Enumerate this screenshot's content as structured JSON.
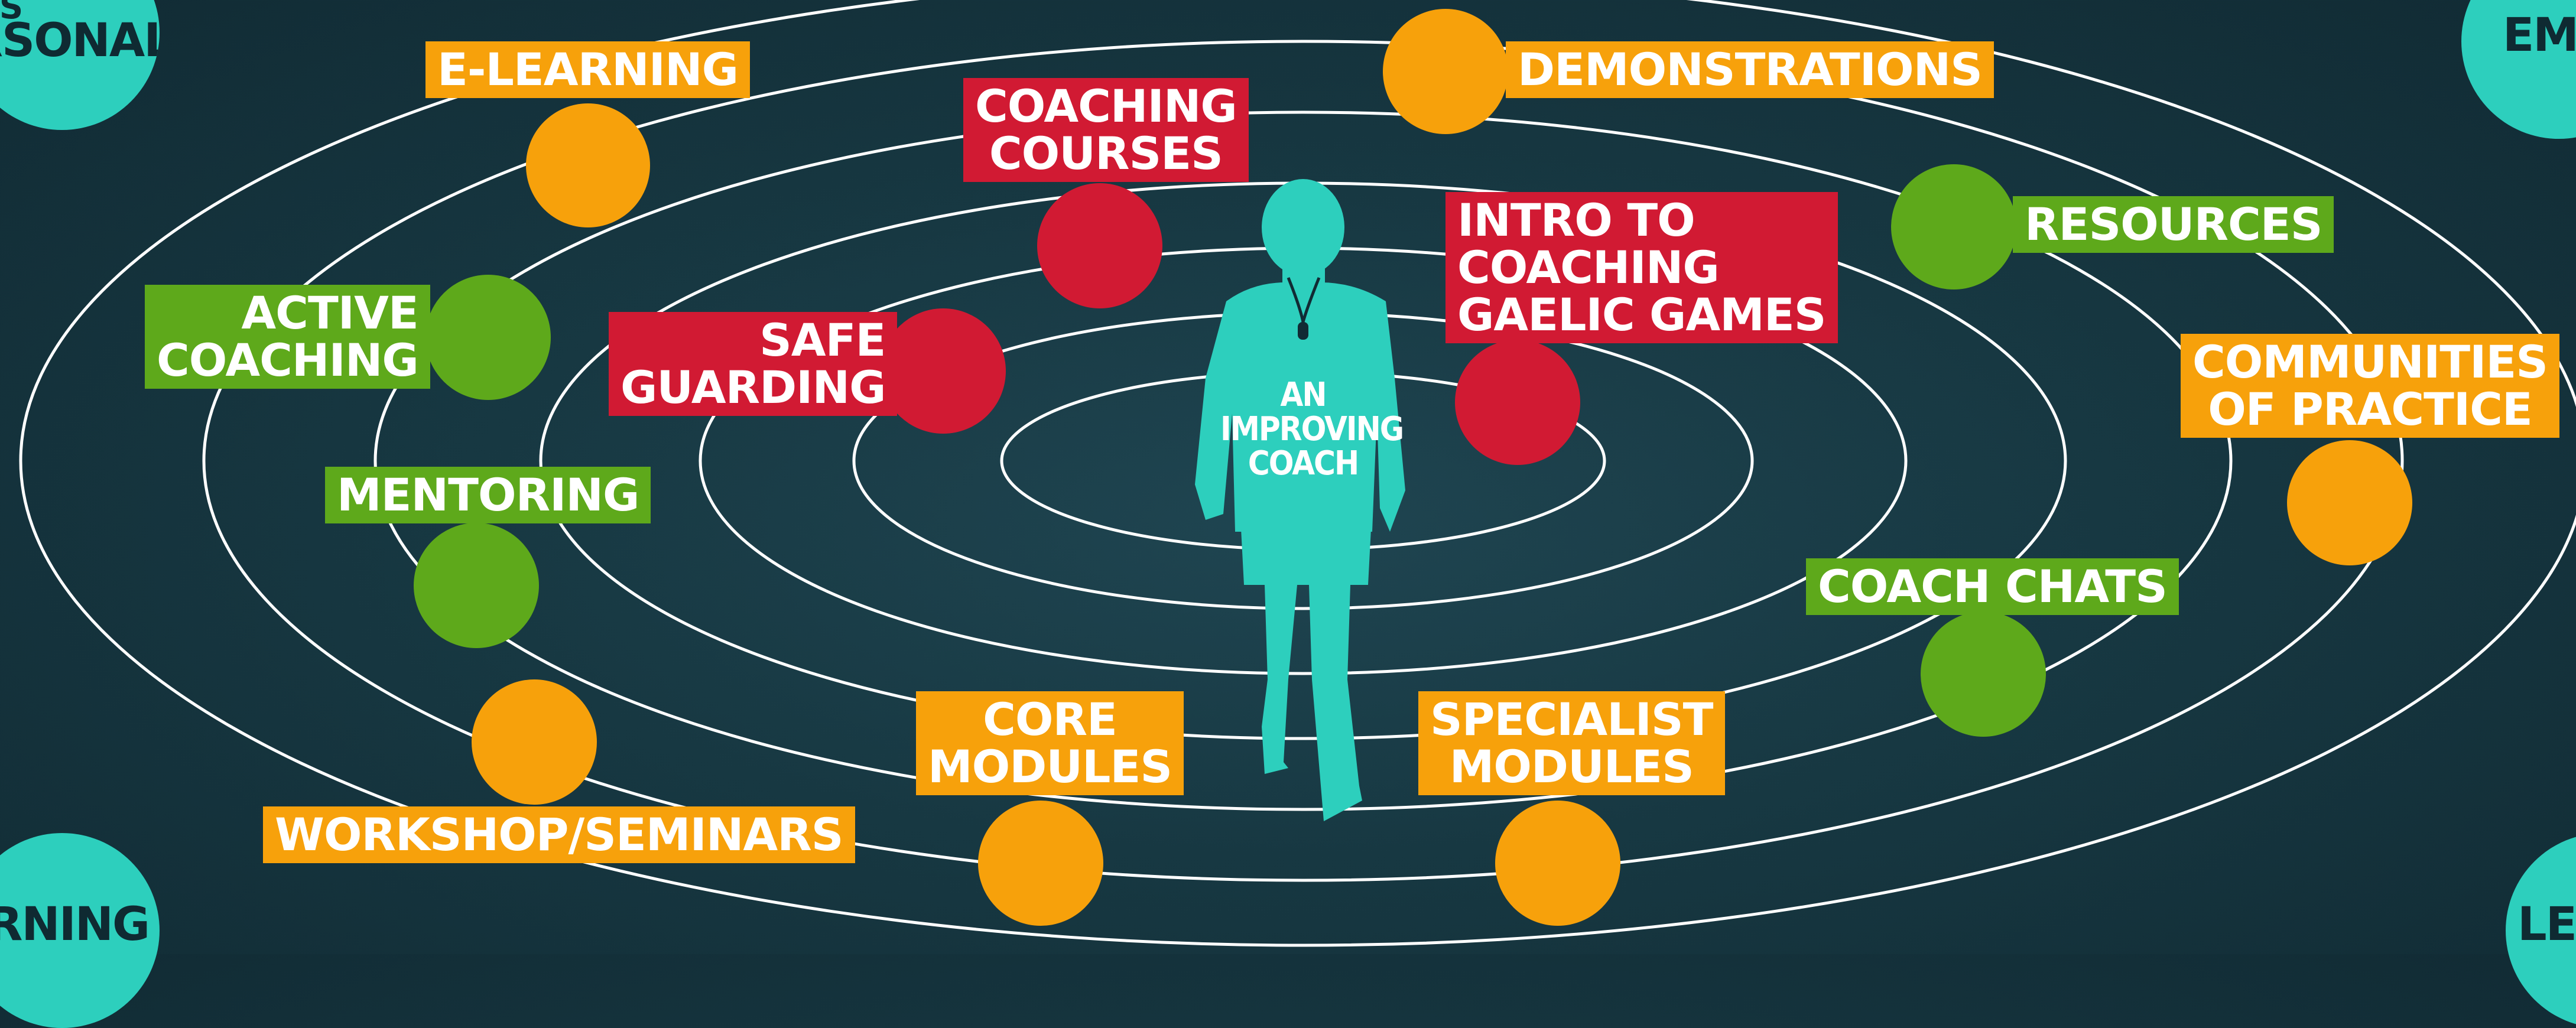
{
  "center_label": [
    "AN",
    "IMPROVING",
    "COACH"
  ],
  "corner_labels": {
    "top_left": [
      "IS",
      "RSONAL"
    ],
    "top_right": "EMO",
    "bottom_left": "ARNING",
    "bottom_right": "LEA"
  },
  "colors": {
    "background": "#173842",
    "orbit": "#ffffff",
    "orange": "#f7a10b",
    "green": "#5ea91b",
    "red": "#d11a33",
    "teal": "#2dcfbd"
  },
  "items": [
    {
      "id": "e-learning",
      "color": "orange",
      "lines": [
        "E-LEARNING"
      ]
    },
    {
      "id": "demonstrations",
      "color": "orange",
      "lines": [
        "DEMONSTRATIONS"
      ]
    },
    {
      "id": "coaching-courses",
      "color": "red",
      "lines": [
        "COACHING",
        "COURSES"
      ]
    },
    {
      "id": "intro-to-coaching",
      "color": "red",
      "lines": [
        "INTRO TO",
        "COACHING",
        "GAELIC GAMES"
      ]
    },
    {
      "id": "resources",
      "color": "green",
      "lines": [
        "RESOURCES"
      ]
    },
    {
      "id": "active-coaching",
      "color": "green",
      "lines": [
        "ACTIVE",
        "COACHING"
      ]
    },
    {
      "id": "safe-guarding",
      "color": "red",
      "lines": [
        "SAFE",
        "GUARDING"
      ]
    },
    {
      "id": "communities-of-practice",
      "color": "orange",
      "lines": [
        "COMMUNITIES",
        "OF PRACTICE"
      ]
    },
    {
      "id": "mentoring",
      "color": "green",
      "lines": [
        "MENTORING"
      ]
    },
    {
      "id": "coach-chats",
      "color": "green",
      "lines": [
        "COACH CHATS"
      ]
    },
    {
      "id": "core-modules",
      "color": "orange",
      "lines": [
        "CORE",
        "MODULES"
      ]
    },
    {
      "id": "specialist-modules",
      "color": "orange",
      "lines": [
        "SPECIALIST",
        "MODULES"
      ]
    },
    {
      "id": "workshop-seminars",
      "color": "orange",
      "lines": [
        "WORKSHOP/SEMINARS"
      ]
    }
  ]
}
